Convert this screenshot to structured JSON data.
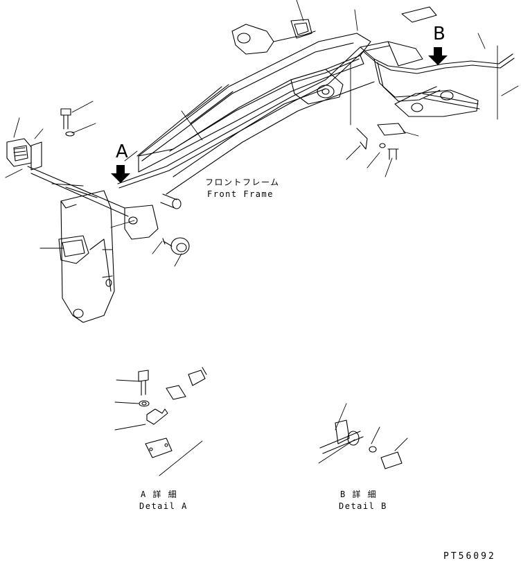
{
  "labels": {
    "marker_a": "A",
    "marker_b": "B",
    "front_frame_jp": "フロントフレーム",
    "front_frame_en": "Front Frame",
    "detail_a_jp": "A 詳 細",
    "detail_a_en": "Detail A",
    "detail_b_jp": "B 詳 細",
    "detail_b_en": "Detail B",
    "drawing_code": "PT56092"
  },
  "colors": {
    "line": "#000000",
    "background": "#ffffff"
  },
  "icons": {
    "view_arrow": "down-arrow-icon"
  }
}
